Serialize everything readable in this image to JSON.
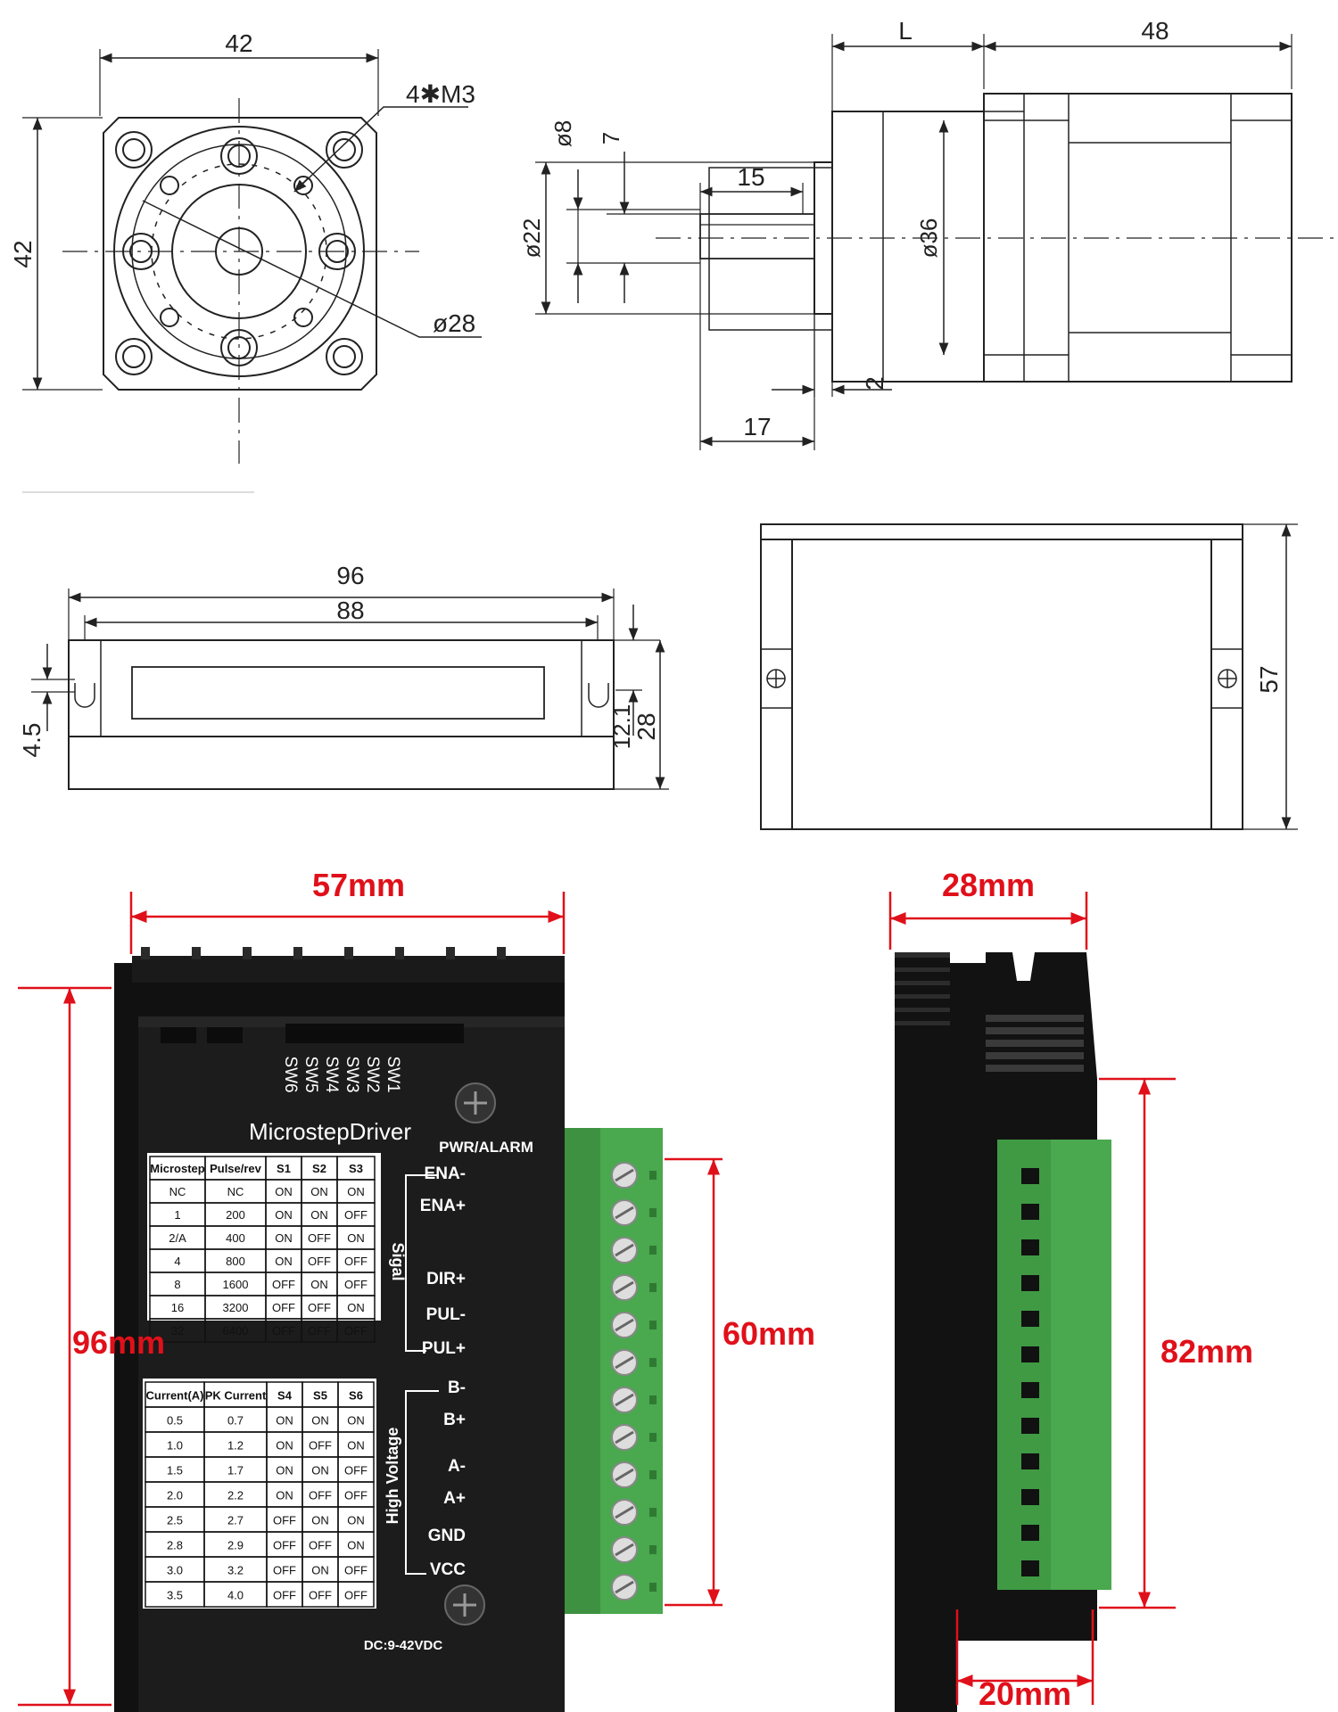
{
  "motor_front": {
    "width": "42",
    "height": "42",
    "holes": "4✱M3",
    "circle_dia": "ø28"
  },
  "motor_side": {
    "len_L": "L",
    "len_48": "48",
    "dia_shaft": "ø8",
    "flat": "7",
    "flat_len": "15",
    "boss_dia": "ø22",
    "body_dia": "ø36",
    "boss_h": "2",
    "shaft_len": "17"
  },
  "driver_top": {
    "w96": "96",
    "w88": "88",
    "slot": "4.5",
    "h12": "12.1",
    "h28": "28"
  },
  "driver_side": {
    "h57": "57"
  },
  "photo_front": {
    "w_label": "57mm",
    "h_label": "96mm",
    "term_label": "60mm",
    "brand": "MicrostepDriver",
    "switches": [
      "SW6",
      "SW5",
      "SW4",
      "SW3",
      "SW2",
      "SW1"
    ],
    "pwr": "PWR/ALARM",
    "sig_group": "Sigal",
    "hv_group": "High Voltage",
    "terminals": [
      "ENA-",
      "ENA+",
      "DIR+",
      "PUL-",
      "PUL+",
      "B-",
      "B+",
      "A-",
      "A+",
      "GND",
      "VCC"
    ],
    "dc": "DC:9-42VDC",
    "table1_header": [
      "Microstep",
      "Pulse/rev",
      "S1",
      "S2",
      "S3"
    ],
    "table1_rows": [
      [
        "NC",
        "NC",
        "ON",
        "ON",
        "ON"
      ],
      [
        "1",
        "200",
        "ON",
        "ON",
        "OFF"
      ],
      [
        "2/A",
        "400",
        "ON",
        "OFF",
        "ON"
      ],
      [
        "4",
        "800",
        "ON",
        "OFF",
        "OFF"
      ],
      [
        "8",
        "1600",
        "OFF",
        "ON",
        "OFF"
      ],
      [
        "16",
        "3200",
        "OFF",
        "OFF",
        "ON"
      ],
      [
        "32",
        "6400",
        "OFF",
        "OFF",
        "OFF"
      ]
    ],
    "table2_header": [
      "Current(A)",
      "PK Current",
      "S4",
      "S5",
      "S6"
    ],
    "table2_rows": [
      [
        "0.5",
        "0.7",
        "ON",
        "ON",
        "ON"
      ],
      [
        "1.0",
        "1.2",
        "ON",
        "OFF",
        "ON"
      ],
      [
        "1.5",
        "1.7",
        "ON",
        "ON",
        "OFF"
      ],
      [
        "2.0",
        "2.2",
        "ON",
        "OFF",
        "OFF"
      ],
      [
        "2.5",
        "2.7",
        "OFF",
        "ON",
        "ON"
      ],
      [
        "2.8",
        "2.9",
        "OFF",
        "OFF",
        "ON"
      ],
      [
        "3.0",
        "3.2",
        "OFF",
        "ON",
        "OFF"
      ],
      [
        "3.5",
        "4.0",
        "OFF",
        "OFF",
        "OFF"
      ]
    ]
  },
  "photo_side": {
    "w_label": "28mm",
    "h_label": "82mm",
    "b_label": "20mm"
  }
}
